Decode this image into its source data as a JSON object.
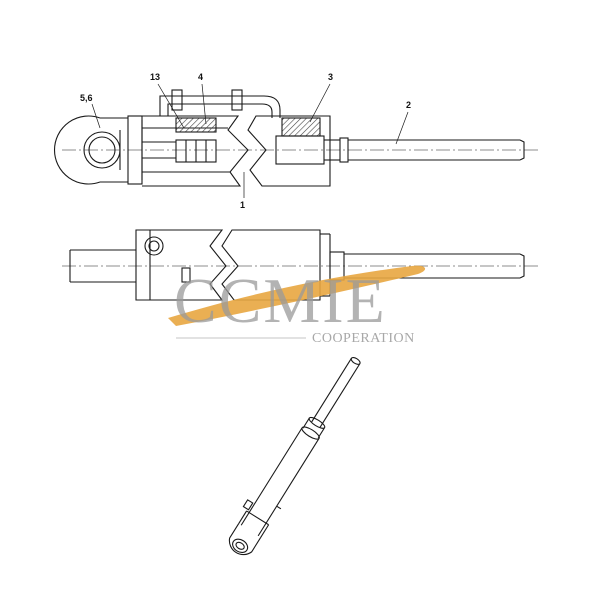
{
  "callouts": {
    "label_56": "5,6",
    "label_13": "13",
    "label_4": "4",
    "label_3": "3",
    "label_2": "2",
    "label_1": "1"
  },
  "watermark": {
    "brand": "CCMIE",
    "tagline": "COOPERATION",
    "swoosh_color": "#e8a640",
    "text_color": "#9a9a9a"
  },
  "colors": {
    "line": "#1a1a1a",
    "hatch": "#555555",
    "background": "#ffffff"
  }
}
